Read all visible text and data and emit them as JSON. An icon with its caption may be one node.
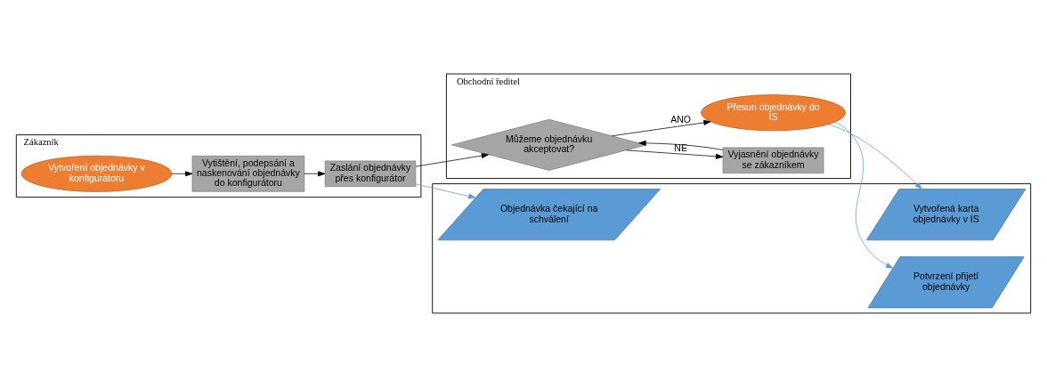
{
  "diagram": {
    "nodes": [
      {
        "text": [
          "Zákazník"
        ]
      },
      {
        "text": [
          "Vytvoření objednávky v konfigurátoru"
        ],
        "in": 0
      },
      {
        "text": [
          "Vytištění, podepsání a naskenování objednávky do konfigurátoru"
        ],
        "in": 0
      },
      {
        "text": [
          "Zaslání objednávky přes konfigurátor"
        ],
        "in": 0
      },
      {
        "text": [
          "Obchodní ředitel"
        ]
      },
      {
        "text": [
          "Můžeme objednávku akceptovat?"
        ],
        "in": 4
      },
      {
        "text": [
          "Vyjasnění objednávky se zákazníkem"
        ],
        "in": 4
      },
      {
        "text": [
          "Přesun objednávky do IS"
        ],
        "in": 4
      },
      {
        "text": [],
        "shape": "band"
      },
      {
        "text": [
          "Objednávka čekající na schválení"
        ],
        "in": 8
      },
      {
        "text": [
          "Vytvořená karta objednávky v IS"
        ],
        "in": 8
      },
      {
        "text": [
          "Potvrzení přijetí objednávky"
        ],
        "in": 8
      }
    ],
    "edges": [
      {
        "from": 1,
        "to": 2,
        "arrow": "to"
      },
      {
        "from": 2,
        "to": 3,
        "arrow": "to"
      },
      {
        "from": 3,
        "to": 5,
        "arrow": "to"
      },
      {
        "from": 3,
        "to": 9,
        "arrow": "to",
        "color": "#5b9bd5"
      },
      {
        "from": 5,
        "to": 6,
        "arrow": "to",
        "label": "NE"
      },
      {
        "from": 6,
        "to": 5,
        "arrow": "to"
      },
      {
        "from": 5,
        "to": 7,
        "arrow": "to",
        "label": "ANO"
      },
      {
        "from": 7,
        "to": 10,
        "arrow": "to",
        "color": "#5b9bd5"
      },
      {
        "from": 7,
        "to": 11,
        "arrow": "to",
        "color": "#5b9bd5"
      }
    ]
  }
}
